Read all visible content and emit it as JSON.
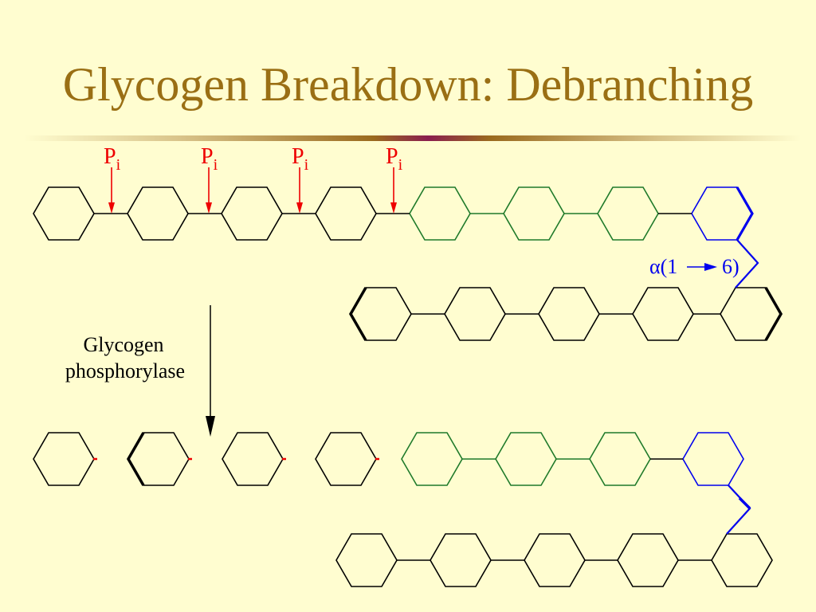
{
  "title": "Glycogen Breakdown: Debranching",
  "pi_label": {
    "main": "P",
    "sub": "i"
  },
  "enzyme_label": {
    "line1": "Glycogen",
    "line2": "phosphorylase"
  },
  "linkage_label": {
    "prefix": "α(1",
    "suffix": "6)"
  },
  "colors": {
    "background": "#fffdd0",
    "title": "#9a6f14",
    "chain": "#000000",
    "released": "#1f7a2a",
    "branch": "#0000ee",
    "phosphate": "#ee0000"
  }
}
